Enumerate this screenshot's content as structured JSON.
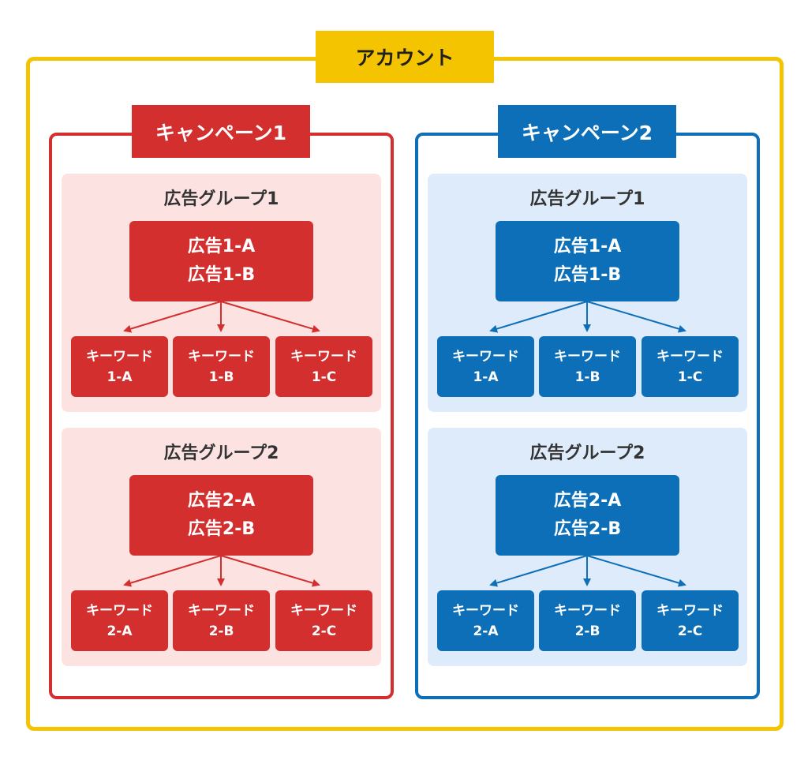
{
  "account": {
    "label": "アカウント",
    "color": "#F5C400"
  },
  "campaigns": [
    {
      "label": "キャンペーン1",
      "color": "#D32F2F",
      "panel_color": "#FDE2E2",
      "groups": [
        {
          "title": "広告グループ1",
          "ads": [
            "広告1-A",
            "広告1-B"
          ],
          "keywords": [
            {
              "line1": "キーワード",
              "line2": "1-A"
            },
            {
              "line1": "キーワード",
              "line2": "1-B"
            },
            {
              "line1": "キーワード",
              "line2": "1-C"
            }
          ]
        },
        {
          "title": "広告グループ2",
          "ads": [
            "広告2-A",
            "広告2-B"
          ],
          "keywords": [
            {
              "line1": "キーワード",
              "line2": "2-A"
            },
            {
              "line1": "キーワード",
              "line2": "2-B"
            },
            {
              "line1": "キーワード",
              "line2": "2-C"
            }
          ]
        }
      ]
    },
    {
      "label": "キャンペーン2",
      "color": "#0D6FB8",
      "panel_color": "#DDEBFA",
      "groups": [
        {
          "title": "広告グループ1",
          "ads": [
            "広告1-A",
            "広告1-B"
          ],
          "keywords": [
            {
              "line1": "キーワード",
              "line2": "1-A"
            },
            {
              "line1": "キーワード",
              "line2": "1-B"
            },
            {
              "line1": "キーワード",
              "line2": "1-C"
            }
          ]
        },
        {
          "title": "広告グループ2",
          "ads": [
            "広告2-A",
            "広告2-B"
          ],
          "keywords": [
            {
              "line1": "キーワード",
              "line2": "2-A"
            },
            {
              "line1": "キーワード",
              "line2": "2-B"
            },
            {
              "line1": "キーワード",
              "line2": "2-C"
            }
          ]
        }
      ]
    }
  ]
}
